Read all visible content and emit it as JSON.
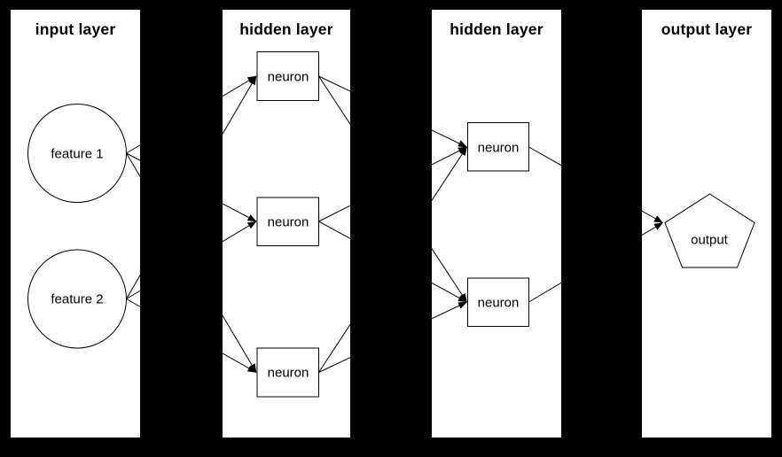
{
  "diagram": {
    "type": "neural-network",
    "colors": {
      "background": "#000000",
      "panel": "#ffffff",
      "stroke": "#000000",
      "text": "#000000"
    },
    "layers": [
      {
        "id": "input",
        "title": "input layer",
        "nodes": [
          {
            "id": "feature1",
            "label": "feature 1",
            "shape": "circle"
          },
          {
            "id": "feature2",
            "label": "feature 2",
            "shape": "circle"
          }
        ]
      },
      {
        "id": "hidden1",
        "title": "hidden layer",
        "nodes": [
          {
            "id": "h1n1",
            "label": "neuron",
            "shape": "rectangle"
          },
          {
            "id": "h1n2",
            "label": "neuron",
            "shape": "rectangle"
          },
          {
            "id": "h1n3",
            "label": "neuron",
            "shape": "rectangle"
          }
        ]
      },
      {
        "id": "hidden2",
        "title": "hidden layer",
        "nodes": [
          {
            "id": "h2n1",
            "label": "neuron",
            "shape": "rectangle"
          },
          {
            "id": "h2n2",
            "label": "neuron",
            "shape": "rectangle"
          }
        ]
      },
      {
        "id": "output",
        "title": "output layer",
        "nodes": [
          {
            "id": "out1",
            "label": "output",
            "shape": "pentagon"
          }
        ]
      }
    ],
    "edges": [
      {
        "from": "feature1",
        "to": "h1n1"
      },
      {
        "from": "feature1",
        "to": "h1n2"
      },
      {
        "from": "feature1",
        "to": "h1n3"
      },
      {
        "from": "feature2",
        "to": "h1n1"
      },
      {
        "from": "feature2",
        "to": "h1n2"
      },
      {
        "from": "feature2",
        "to": "h1n3"
      },
      {
        "from": "h1n1",
        "to": "h2n1"
      },
      {
        "from": "h1n1",
        "to": "h2n2"
      },
      {
        "from": "h1n2",
        "to": "h2n1"
      },
      {
        "from": "h1n2",
        "to": "h2n2"
      },
      {
        "from": "h1n3",
        "to": "h2n1"
      },
      {
        "from": "h1n3",
        "to": "h2n2"
      },
      {
        "from": "h2n1",
        "to": "out1"
      },
      {
        "from": "h2n2",
        "to": "out1"
      }
    ]
  }
}
